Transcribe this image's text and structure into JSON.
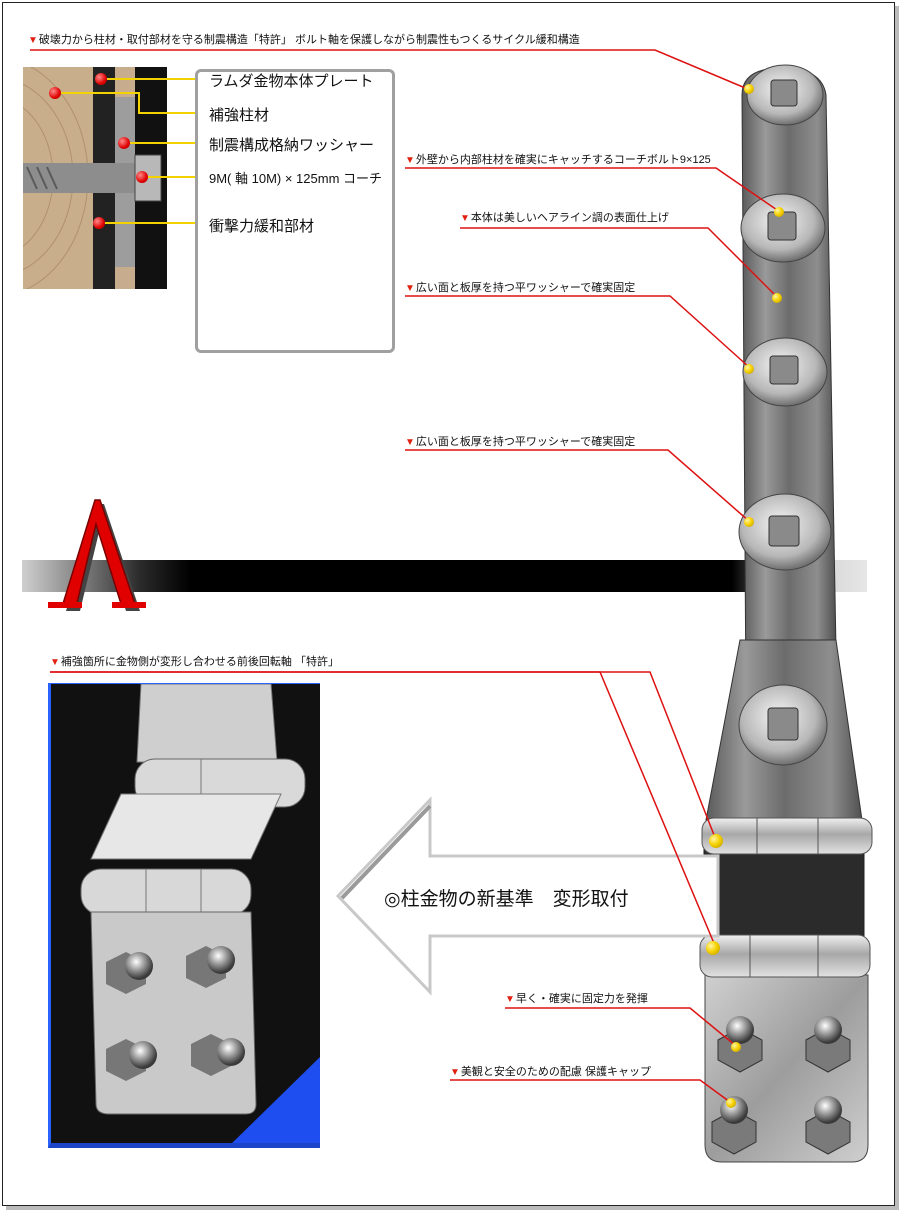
{
  "callouts": {
    "top": "破壊力から柱材・取付部材を守る制震構造「特許」 ボルト軸を保護しながら制震性もつくるサイクル緩和構造",
    "coach_bolt": "外壁から内部柱材を確実にキャッチするコーチボルト9×125",
    "hairline": "本体は美しいヘアライン調の表面仕上げ",
    "washer_1": "広い面と板厚を持つ平ワッシャーで確実固定",
    "washer_2": "広い面と板厚を持つ平ワッシャーで確実固定",
    "hinge": "補強箇所に金物側が変形し合わせる前後回転軸 「特許」",
    "fixing": "早く・確実に固定力を発揮",
    "cap": "美観と安全のための配慮 保護キャップ"
  },
  "inset_labels": {
    "plate": "ラムダ金物本体プレート",
    "pillar": "補強柱材",
    "washer": "制震構成格納ワッシャー",
    "bolt": "9M( 軸 10M) × 125mm コーチ",
    "buffer": "衝撃力緩和部材"
  },
  "logo_letter": "Λ",
  "center_text": "◎柱金物の新基準　変形取付",
  "colors": {
    "accent_red": "#dd1111",
    "callout_dot": "#f6d200",
    "photo_frame_blue": "#2a62ff"
  }
}
